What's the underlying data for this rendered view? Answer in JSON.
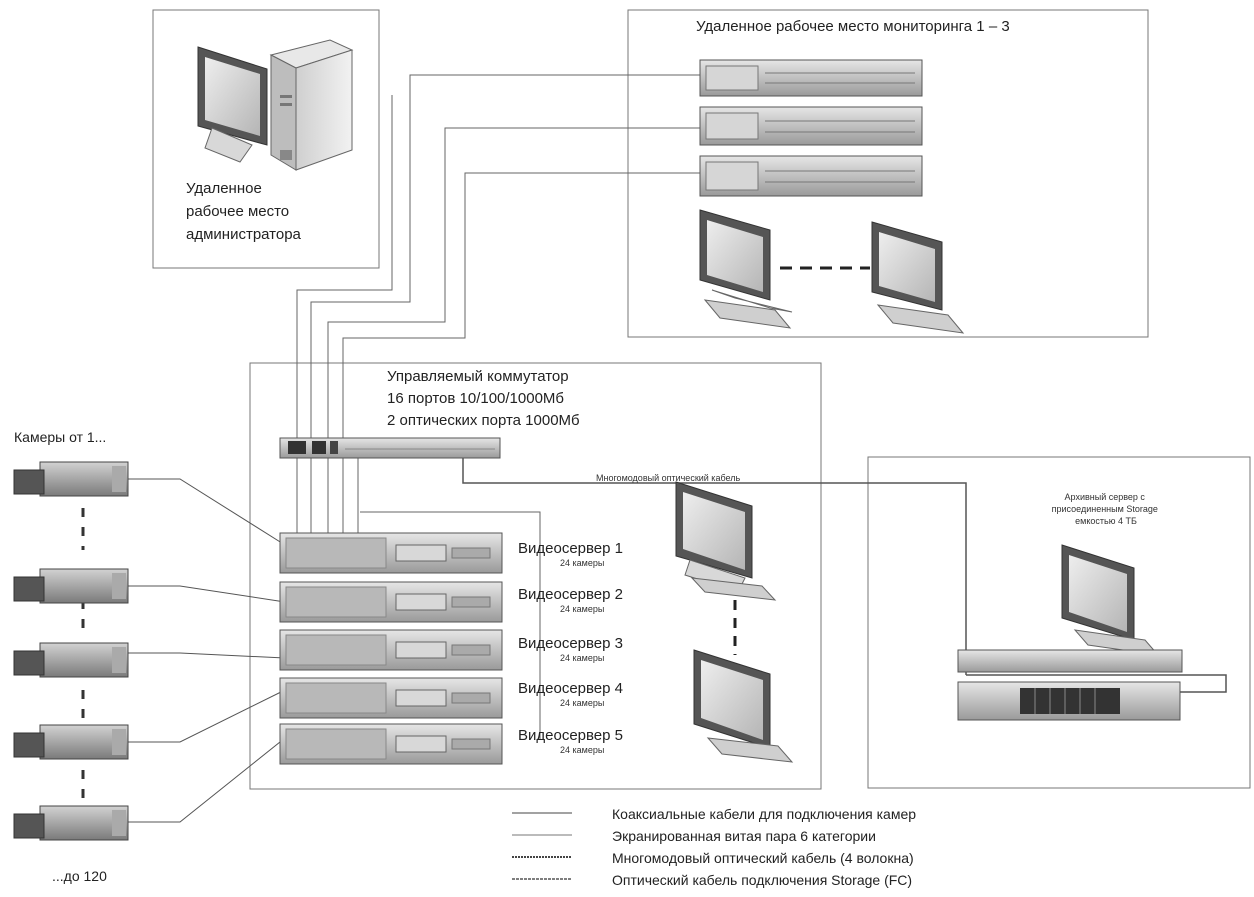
{
  "admin": {
    "label_lines": [
      "Удаленное",
      "рабочее место",
      "администратора"
    ]
  },
  "monitoring": {
    "title": "Удаленное рабочее место мониторинга 1 – 3"
  },
  "switch": {
    "lines": [
      "Управляемый коммутатор",
      "16 портов 10/100/1000Мб",
      " 2 оптических порта 1000Мб"
    ]
  },
  "cameras": {
    "label_top": "Камеры от 1...",
    "label_bottom": "...до 120"
  },
  "fiber_label": "Многомодовый оптический кабель",
  "servers": [
    {
      "name": "Видеосервер 1",
      "sub": "24 камеры"
    },
    {
      "name": "Видеосервер 2",
      "sub": "24 камеры"
    },
    {
      "name": "Видеосервер 3",
      "sub": "24 камеры"
    },
    {
      "name": "Видеосервер 4",
      "sub": "24 камеры"
    },
    {
      "name": "Видеосервер 5",
      "sub": "24 камеры"
    }
  ],
  "archive": {
    "label_lines": [
      "Архивный сервер с",
      "присоединенным Storage",
      "емкостью 4 ТБ"
    ]
  },
  "legend": [
    "Коаксиальные кабели для подключения камер",
    "Экранированная витая пара 6 категории",
    "Многомодовый оптический кабель (4 волокна)",
    "Оптический кабель подключения Storage (FC)"
  ]
}
